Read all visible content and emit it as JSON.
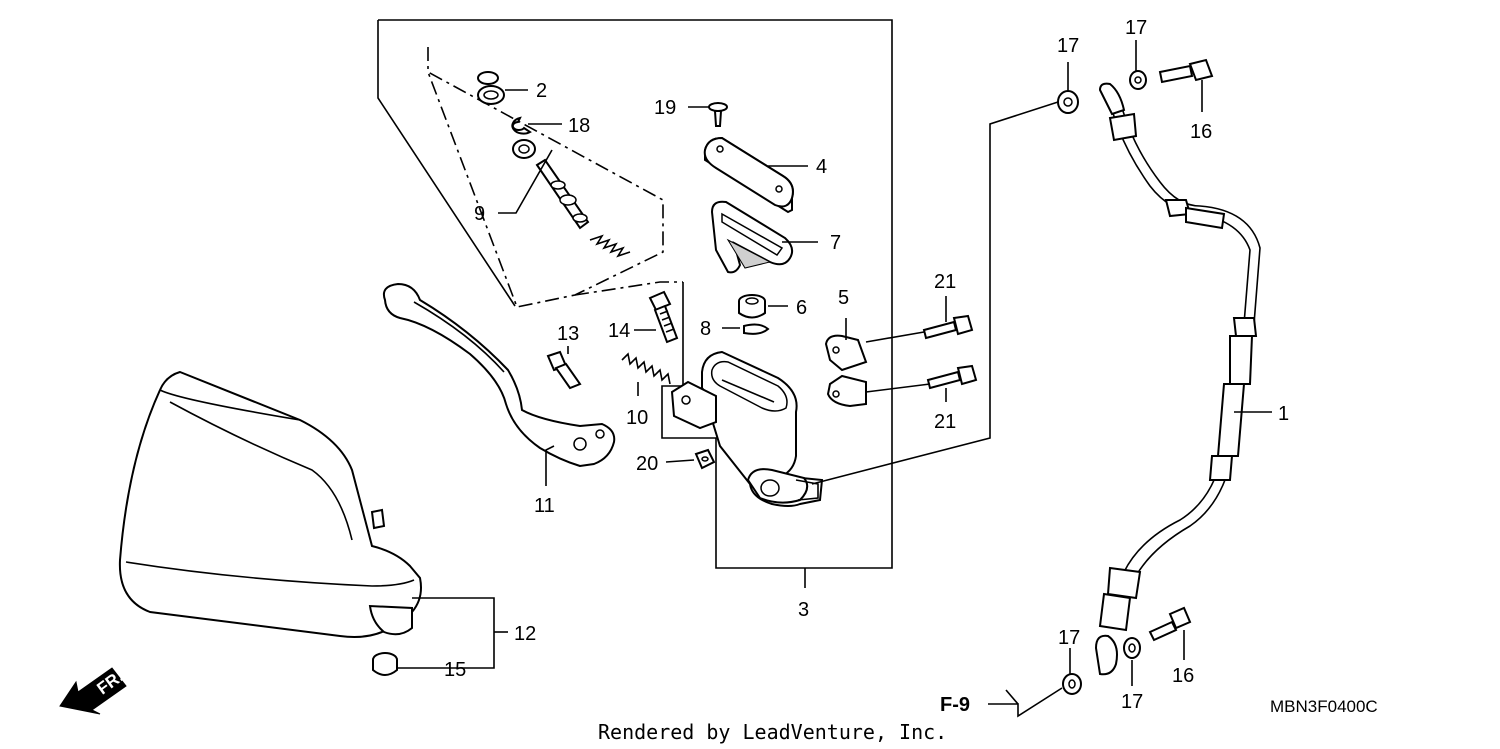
{
  "diagram": {
    "callouts": [
      "1",
      "2",
      "3",
      "4",
      "5",
      "6",
      "7",
      "8",
      "9",
      "10",
      "11",
      "12",
      "13",
      "14",
      "15",
      "16",
      "16",
      "17",
      "17",
      "17",
      "17",
      "18",
      "19",
      "20",
      "21",
      "21"
    ],
    "reference": "F-9",
    "orientation": "FR.",
    "drawing_code": "MBN3F0400C",
    "credit": "Rendered by LeadVenture, Inc."
  },
  "colors": {
    "line": "#000000",
    "background": "#ffffff",
    "shade": "#cfcfcf"
  }
}
